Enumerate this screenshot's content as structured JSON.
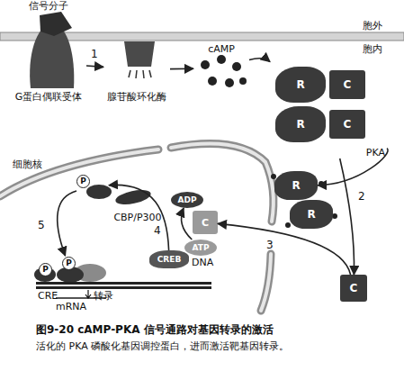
{
  "diagram": {
    "caption": "图9-20 cAMP-PKA 信号通路对基因转录的激活",
    "nodes": [
      {
        "text": [
          "信号分子"
        ]
      },
      {
        "text": [
          "G蛋白偶联受体"
        ]
      },
      {
        "text": [
          "腺苷酸环化酶"
        ]
      },
      {
        "text": [
          "cAMP"
        ]
      },
      {
        "text": [
          "PKA"
        ]
      },
      {
        "text": [
          "R"
        ],
        "in": 4
      },
      {
        "text": [
          "C"
        ],
        "in": 4
      },
      {
        "text": [
          "R"
        ],
        "in": 4
      },
      {
        "text": [
          "C"
        ],
        "in": 4
      },
      {
        "text": [
          "R"
        ]
      },
      {
        "text": [
          "R"
        ]
      },
      {
        "text": [
          "C"
        ]
      },
      {
        "text": [
          "C"
        ]
      },
      {
        "text": [
          "ADP"
        ]
      },
      {
        "text": [
          "ATP"
        ]
      },
      {
        "text": [
          "CBP/P300"
        ]
      },
      {
        "text": [
          "P"
        ]
      },
      {
        "text": [
          "CREB"
        ]
      },
      {
        "text": [
          "P",
          "P"
        ]
      }
    ],
    "edges": [
      {
        "from": 1,
        "to": 2,
        "arrow": "to",
        "label": "1"
      },
      {
        "from": 2,
        "to": 3,
        "arrow": "to"
      },
      {
        "from": 3,
        "to": 4,
        "arrow": "to"
      },
      {
        "from": 4,
        "to": 9,
        "arrow": "to"
      },
      {
        "from": 4,
        "to": 11,
        "arrow": "to",
        "label": "2"
      },
      {
        "from": 11,
        "to": 12,
        "arrow": "to",
        "label": "3"
      },
      {
        "from": 14,
        "to": 13,
        "arrow": "to"
      },
      {
        "from": 17,
        "to": 16,
        "arrow": "to",
        "label": "4"
      },
      {
        "from": 16,
        "to": 18,
        "arrow": "to",
        "label": "5"
      }
    ],
    "labels": [
      "胞外",
      "胞内",
      "细胞核",
      "DNA",
      "CRE",
      "转录",
      "mRNA",
      "活化的 PKA 磷酸化基因调控蛋白，进而激活靶基因转录。"
    ]
  }
}
